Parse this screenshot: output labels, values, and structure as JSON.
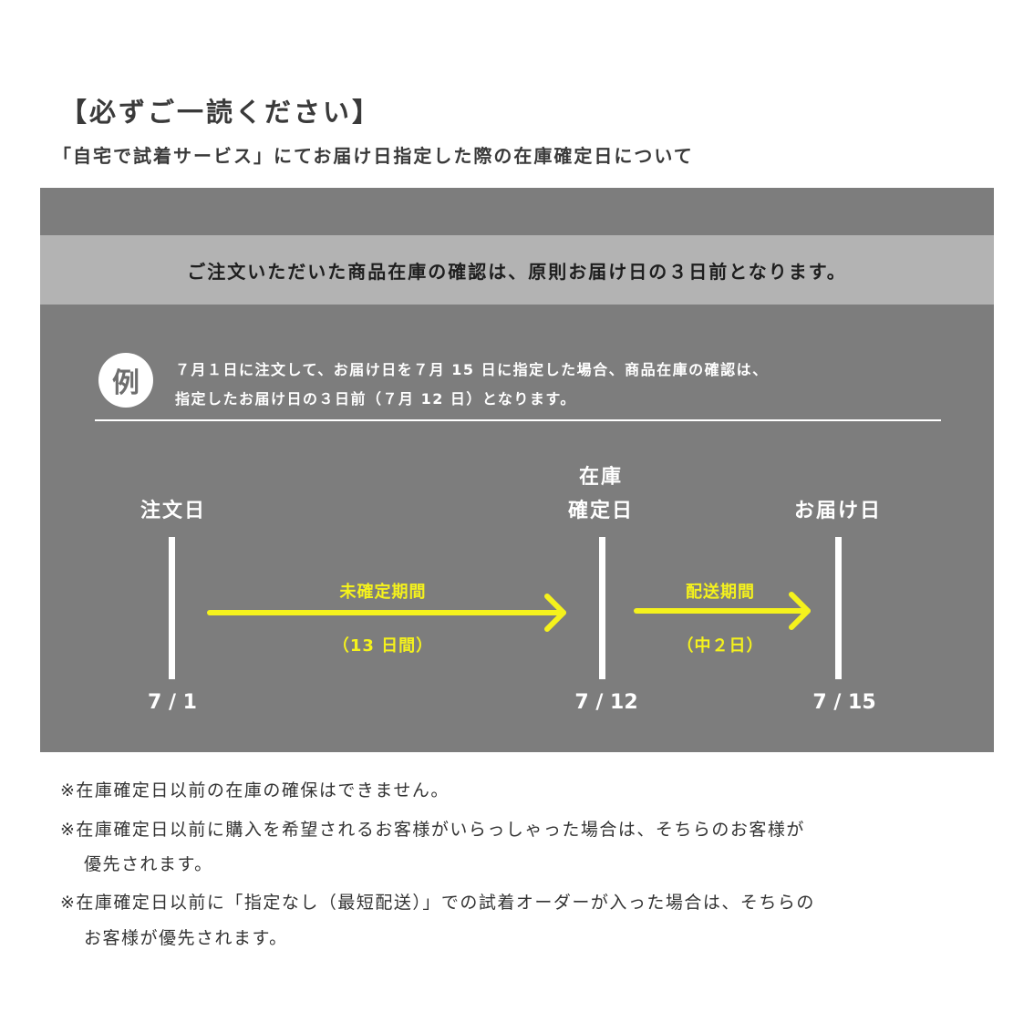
{
  "header": {
    "title": "【必ずご一読ください】",
    "subtitle": "「自宅で試着サービス」にてお届け日指定した際の在庫確定日について"
  },
  "banner": {
    "text": "ご注文いただいた商品在庫の確認は、原則お届け日の３日前となります。"
  },
  "example": {
    "badge": "例",
    "line1": "７月１日に注文して、お届け日を７月 15 日に指定した場合、商品在庫の確認は、",
    "line2": "指定したお届け日の３日前（７月 12 日）となります。"
  },
  "timeline": {
    "order": {
      "label": "注文日",
      "date": "7 / 1"
    },
    "stock": {
      "label_line1": "在庫",
      "label_line2": "確定日",
      "date": "7 / 12"
    },
    "delivery": {
      "label": "お届け日",
      "date": "7 / 15"
    },
    "period1": {
      "label": "未確定期間",
      "sub": "（13 日間）"
    },
    "period2": {
      "label": "配送期間",
      "sub": "（中２日）"
    }
  },
  "notes": {
    "n1": "※在庫確定日以前の在庫の確保はできません。",
    "n2a": "※在庫確定日以前に購入を希望されるお客様がいらっしゃった場合は、そちらのお客様が",
    "n2b": "優先されます。",
    "n3a": "※在庫確定日以前に「指定なし（最短配送）」での試着オーダーが入った場合は、そちらの",
    "n3b": "お客様が優先されます。"
  },
  "colors": {
    "panel": "#7d7d7d",
    "banner": "#b3b3b3",
    "arrow": "#f5f21c"
  }
}
